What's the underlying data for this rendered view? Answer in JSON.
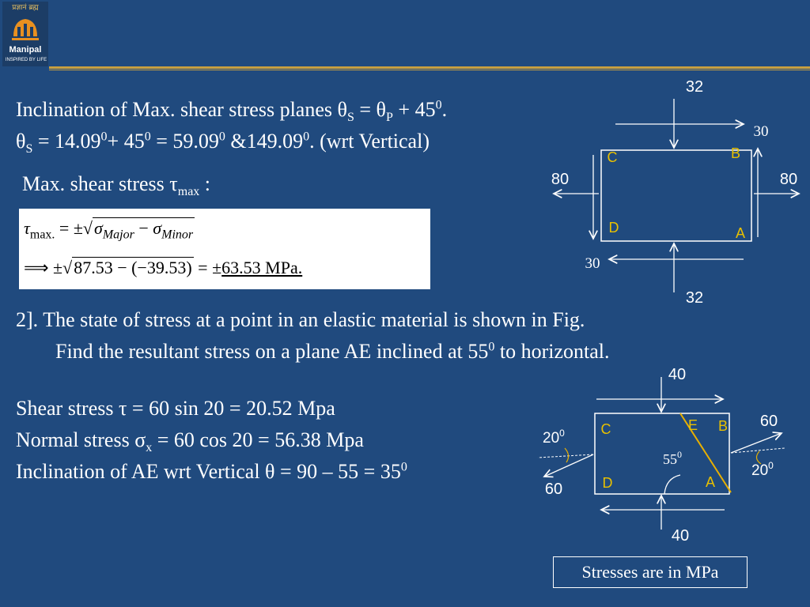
{
  "logo": {
    "hindi": "प्रज्ञानं ब्रह्म",
    "name": "Manipal",
    "tagline": "INSPIRED BY LIFE"
  },
  "text": {
    "line1_a": "Inclination of Max. shear stress planes θ",
    "line1_s": "S",
    "line1_b": " = θ",
    "line1_p": "P",
    "line1_c": " + 45",
    "line1_sup": "0",
    "line1_d": ".",
    "line2_a": "θ",
    "line2_s": "S",
    "line2_b": " = 14.09",
    "line2_sup1": "0",
    "line2_c": "+ 45",
    "line2_sup2": "0",
    "line2_d": " = 59.09",
    "line2_sup3": "0",
    "line2_e": " &149.09",
    "line2_sup4": "0",
    "line2_f": ". (wrt Vertical)",
    "line3_a": "Max. shear stress τ",
    "line3_sub": "max",
    "line3_b": " :",
    "problem_a": "2].  The state of stress at a point in an elastic material is shown in Fig.",
    "problem_b": "Find the resultant stress on a plane AE inclined at 55",
    "problem_sup": "0",
    "problem_c": " to horizontal.",
    "shear": "Shear stress τ = 60 sin 20 = 20.52 Mpa",
    "normal_a": "Normal stress σ",
    "normal_sub": "x",
    "normal_b": " = 60 cos 20 = 56.38 Mpa",
    "incl_a": "Inclination of AE wrt Vertical θ = 90 – 55 = 35",
    "incl_sup": "0"
  },
  "formula": {
    "r1_lhs": "τ",
    "r1_lhs_sub": "max.",
    "r1_eq": " = ±",
    "r1_a": "σ",
    "r1_a_sub": "Major",
    "r1_minus": " − ",
    "r1_b": "σ",
    "r1_b_sub": "Minor",
    "r2_arrow": "⟹ ±",
    "r2_rad": "87.53 − (−39.53)",
    "r2_eq": " = ±",
    "r2_res": "63.53 MPa."
  },
  "fig1": {
    "top": "32",
    "bottom": "32",
    "left": "80",
    "right": "80",
    "shear_right": "30",
    "shear_left": "30",
    "C": "C",
    "B": "B",
    "D": "D",
    "A": "A"
  },
  "fig2": {
    "top": "40",
    "bottom": "40",
    "right": "60",
    "left": "60",
    "ang_left": "20",
    "ang_left_sup": "0",
    "ang_right": "20",
    "ang_right_sup": "0",
    "ang_mid": "55",
    "ang_mid_sup": "0",
    "C": "C",
    "E": "E",
    "B": "B",
    "D": "D",
    "A": "A"
  },
  "note": "Stresses are in MPa",
  "colors": {
    "background": "#204a7e",
    "rule": "#c8a040",
    "label": "#e8c000",
    "plane": "#e8b000"
  }
}
